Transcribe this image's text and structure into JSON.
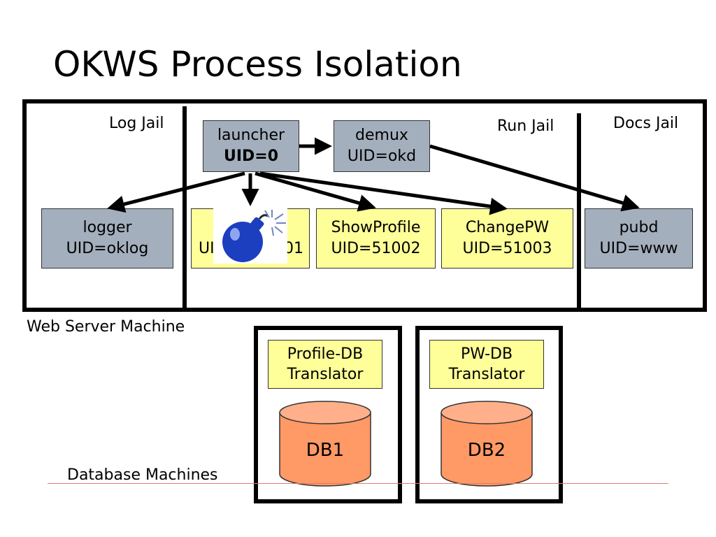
{
  "title": "OKWS Process Isolation",
  "jails": {
    "log": "Log Jail",
    "run": "Run Jail",
    "docs": "Docs Jail"
  },
  "machines": {
    "web": "Web Server Machine",
    "db": "Database Machines"
  },
  "processes": {
    "launcher": {
      "name": "launcher",
      "uid": "UID=0"
    },
    "demux": {
      "name": "demux",
      "uid": "UID=okd"
    },
    "logger": {
      "name": "logger",
      "uid": "UID=oklog"
    },
    "svc1": {
      "name": "",
      "uid_left": "UI",
      "uid_right": "01"
    },
    "showprofile": {
      "name": "ShowProfile",
      "uid": "UID=51002"
    },
    "changepw": {
      "name": "ChangePW",
      "uid": "UID=51003"
    },
    "pubd": {
      "name": "pubd",
      "uid": "UID=www"
    }
  },
  "translators": {
    "profile": {
      "line1": "Profile-DB",
      "line2": "Translator"
    },
    "pw": {
      "line1": "PW-DB",
      "line2": "Translator"
    }
  },
  "databases": {
    "db1": "DB1",
    "db2": "DB2"
  },
  "colors": {
    "process_grey": "#a3afbd",
    "process_yellow": "#ffff99",
    "database_orange": "#ff9966",
    "bomb_blue": "#1b3fbf"
  },
  "icons": {
    "bomb": "bomb-icon"
  }
}
